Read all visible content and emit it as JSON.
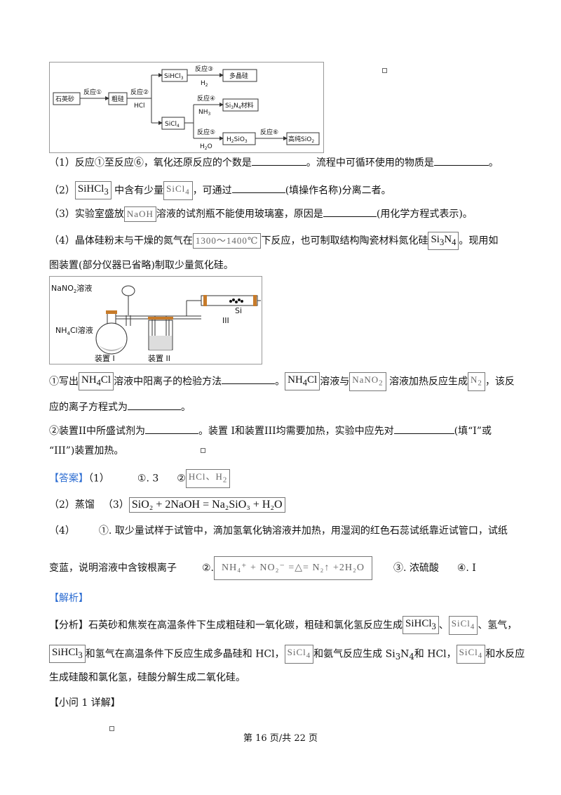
{
  "flow": {
    "start": "石英砂",
    "r1": "反应①",
    "crude": "粗硅",
    "r2": "反应②",
    "hcl": "HCl",
    "sihcl3": "SiHCl",
    "sihcl3_sub": "3",
    "r3": "反应③",
    "h2": "H",
    "h2_sub": "2",
    "poly": "多晶硅",
    "r4": "反应④",
    "nh3": "NH",
    "nh3_sub": "3",
    "si3n4": "Si",
    "si3n4_a": "3",
    "si3n4_n": "N",
    "si3n4_b": "4",
    "si3n4_tail": "材料",
    "sicl4": "SiCl",
    "sicl4_sub": "4",
    "r5": "反应⑤",
    "h2o": "H",
    "h2o_sub": "2",
    "h2o_o": "O",
    "h2sio3": "H",
    "h2sio3_a": "2",
    "h2sio3_b": "SiO",
    "h2sio3_c": "3",
    "r6": "反应⑥",
    "pure": "高纯SiO",
    "pure_sub": "2"
  },
  "q1": {
    "a": "（1）反应①至反应⑥，氧化还原反应的个数是",
    "b": "。流程中可循环使用的物质是",
    "c": "。"
  },
  "q2": {
    "a": "（2）",
    "box1": "SiHCl",
    "box1_sub": "3",
    "b": " 中含有少量",
    "box2": "SiCl",
    "box2_sub": "4",
    "c": "，可通过",
    "d": "(填操作名称)分离二者。"
  },
  "q3": {
    "a": "（3）实验室盛放",
    "box": "NaOH",
    "b": "溶液的试剂瓶不能使用玻璃塞，原因是",
    "c": "(用化学方程式表示)。"
  },
  "q4": {
    "a": "（4）晶体硅粉末与干燥的氮气在",
    "box": "1300～1400℃",
    "b": "下反应，也可制取结构陶瓷材料氮化硅",
    "box2": "Si",
    "box2_a": "3",
    "box2_n": "N",
    "box2_b": "4",
    "c": "。现用如",
    "d": "图装置(部分仪器已省略)制取少量氮化硅。"
  },
  "apparatus": {
    "nano2": "NaNO",
    "nano2_sub": "2",
    "nano2_tail": "溶液",
    "nh4cl": "NH",
    "nh4cl_sub": "4",
    "nh4cl_tail": "Cl溶液",
    "dev1": "装置 I",
    "dev2": "装置 II",
    "si": "Si",
    "dev3": "III"
  },
  "q4_1": {
    "a": "①写出",
    "box1": "NH",
    "box1_sub": "4",
    "box1_tail": "Cl",
    "b": "溶液中阳离子的检验方法",
    "c": "。",
    "box2": "NH",
    "box2_sub": "4",
    "box2_tail": "Cl",
    "d": "溶液与",
    "box3": "NaNO",
    "box3_sub": "2",
    "e": " 溶液加热反应生成",
    "box4": "N",
    "box4_sub": "2",
    "f": "，该反",
    "g": "应的离子方程式为",
    "h": "。"
  },
  "q4_2": {
    "a": "②装置II中所盛试剂为",
    "b": "。装置 I和装置III均需要加热，实验中应先对",
    "c": "(填“I”或",
    "d": "“III”)装置加热。"
  },
  "answer": {
    "tag": "【答案】",
    "p1": "（1）",
    "a1": "①. 3",
    "a2_pre": "②",
    "a2_box": "HCl、H",
    "a2_sub": "2",
    "p2": "（2）蒸馏",
    "p3": "（3）",
    "eq3": "SiO₂ + 2NaOH = Na₂SiO₃ + H₂O",
    "p4": "（4）",
    "a4_1": "①. 取少量试样于试管中，滴加氢氧化钠溶液并加热，用湿润的红色石蕊试纸靠近试管口，试纸",
    "a4_1b": "变蓝，说明溶液中含铵根离子",
    "a4_2_pre": "②.",
    "eq4": "NH₄⁺ + NO₂⁻ =△= N₂↑ +2H₂O",
    "a4_3": "③. 浓硫酸",
    "a4_4": "④. I"
  },
  "analysis": {
    "tag": "【解析】",
    "fx_tag": "【分析】",
    "l1a": "石英砂和焦炭在高温条件下生成粗硅和一氧化碳，粗硅和氯化氢反应生成",
    "box_sihcl3": "SiHCl",
    "box_sihcl3_sub": "3",
    "l1b": "、",
    "box_sicl4": "SiCl",
    "box_sicl4_sub": "4",
    "l1c": "、氢气，",
    "l2a": "和氢气在高温条件下反应生成多晶硅和 HCl，",
    "l2b": "和氨气反应生成 Si",
    "l2b_a": "3",
    "l2b_n": "N",
    "l2b_b": "4",
    "l2c": "和 HCl，",
    "l2d": "和水反应",
    "l3": "生成硅酸和氯化氢，硅酸分解生成二氧化硅。",
    "xw": "【小问 1 详解】"
  },
  "footer": "第 16 页/共 22 页"
}
